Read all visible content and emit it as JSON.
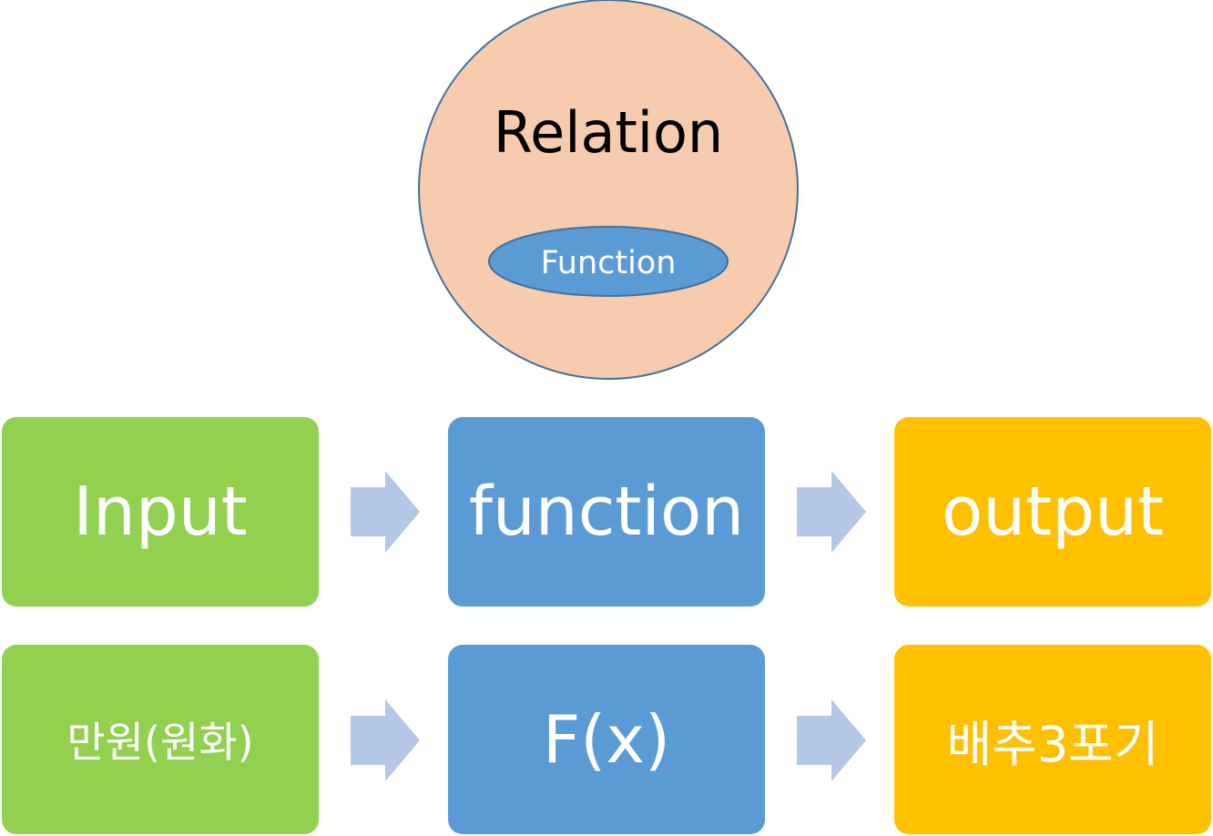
{
  "venn": {
    "outer_label": "Relation",
    "inner_label": "Function",
    "colors": {
      "outer_fill": "#f7cbad",
      "inner_fill": "#5b9bd5",
      "stroke": "#41719c"
    }
  },
  "flow": {
    "row1": {
      "input": "Input",
      "function": "function",
      "output": "output"
    },
    "row2": {
      "input": "만원(원화)",
      "function": "F(x)",
      "output": "배추3포기"
    }
  },
  "colors": {
    "input": "#92d050",
    "function": "#5b9bd5",
    "output": "#ffc000",
    "arrow": "#b4c7e7"
  }
}
